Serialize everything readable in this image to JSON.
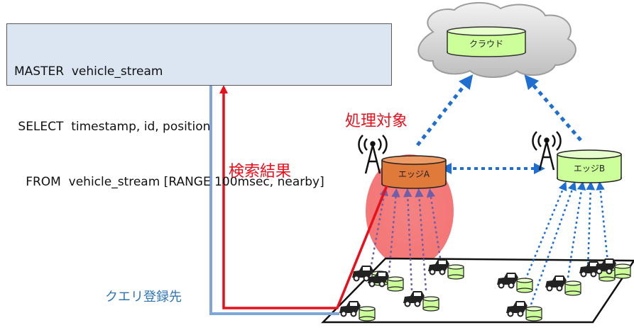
{
  "query": {
    "line1": "MASTER  vehicle_stream",
    "line2": " SELECT  timestamp, id, position",
    "line3": "   FROM  vehicle_stream [RANGE 100msec, nearby]"
  },
  "labels": {
    "target": "処理対象",
    "result": "検索結果",
    "register": "クエリ登録先"
  },
  "nodes": {
    "cloud": "クラウド",
    "edge_a": "エッジA",
    "edge_b": "エッジB"
  },
  "colors": {
    "query_box_bg": "#dce6f2",
    "red_accent": "#e8101c",
    "blue_accent": "#2e75b6",
    "dotted_link": "#1f6fd1",
    "disk_green": "#ccff99",
    "edge_a_fill": "#e07a3a",
    "highlight": "#f06a6a"
  }
}
